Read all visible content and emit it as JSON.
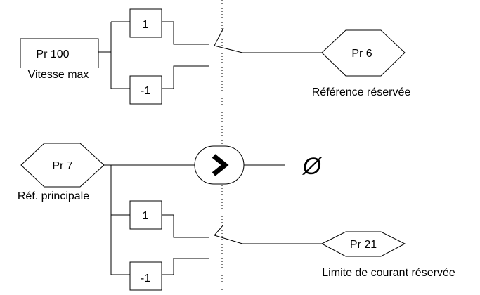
{
  "speed_limit": {
    "param": "Pr 100",
    "caption": "Vitesse max",
    "gain_pos": "1",
    "gain_neg": "-1"
  },
  "reserved_ref": {
    "param": "Pr 6",
    "caption": "Référence réservée"
  },
  "main_ref": {
    "param": "Pr 7",
    "caption": "Réf. principale"
  },
  "comparator": {
    "output_symbol": "Ø"
  },
  "current_limit": {
    "gain_pos": "1",
    "gain_neg": "-1",
    "param": "Pr 21",
    "caption": "Limite de courant réservée"
  }
}
